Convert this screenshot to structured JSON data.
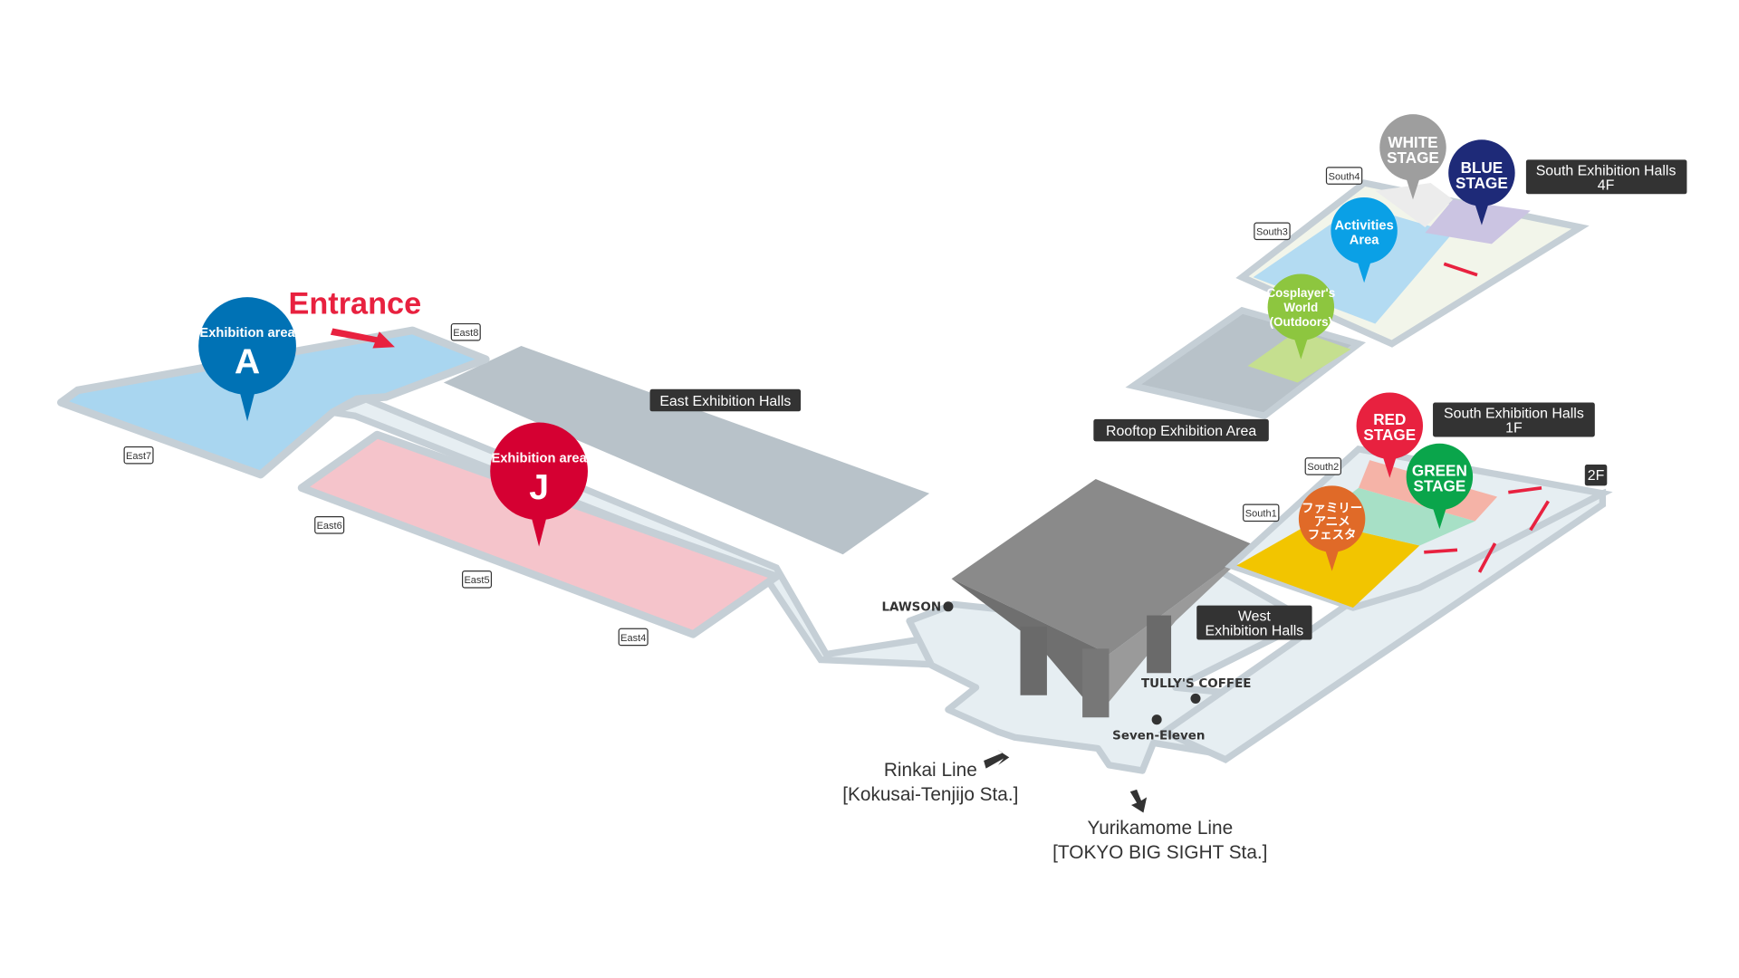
{
  "entrance": "Entrance",
  "pins": {
    "area_a": {
      "line1": "Exhibition area",
      "line2": "A",
      "color": "#0072b5"
    },
    "area_j": {
      "line1": "Exhibition area",
      "line2": "J",
      "color": "#d50032"
    },
    "white_stage": {
      "line1": "WHITE",
      "line2": "STAGE",
      "color": "#9e9e9e"
    },
    "blue_stage": {
      "line1": "BLUE",
      "line2": "STAGE",
      "color": "#1e2a78"
    },
    "activities": {
      "line1": "Activities",
      "line2": "Area",
      "color": "#0aa0e6"
    },
    "cosplayers": {
      "line1": "Cosplayer's",
      "line2": "World",
      "line3": "(Outdoors)",
      "color": "#8dc63f"
    },
    "red_stage": {
      "line1": "RED",
      "line2": "STAGE",
      "color": "#e8213f"
    },
    "green_stage": {
      "line1": "GREEN",
      "line2": "STAGE",
      "color": "#0aa54b"
    },
    "family_anime": {
      "line1": "ファミリー",
      "line2": "アニメ",
      "line3": "フェスタ",
      "color": "#e06a28"
    }
  },
  "halls": {
    "east": "East Exhibition Halls",
    "south4f": {
      "line1": "South Exhibition Halls",
      "line2": "4F"
    },
    "rooftop": "Rooftop Exhibition Area",
    "south1f": {
      "line1": "South Exhibition Halls",
      "line2": "1F"
    },
    "west": {
      "line1": "West",
      "line2": "Exhibition Halls"
    },
    "floor2f": "2F"
  },
  "tags": {
    "east8": "East8",
    "east7": "East7",
    "east6": "East6",
    "east5": "East5",
    "east4": "East4",
    "south4": "South4",
    "south3": "South3",
    "south2": "South2",
    "south1": "South1"
  },
  "poi": {
    "lawson": "LAWSON",
    "tullys": "TULLY'S COFFEE",
    "seven": "Seven-Eleven"
  },
  "stations": {
    "rinkai": {
      "line1": "Rinkai Line",
      "line2": "[Kokusai-Tenjijo Sta.]"
    },
    "yurikamome": {
      "line1": "Yurikamome Line",
      "line2": "[TOKYO BIG SIGHT Sta.]"
    }
  }
}
